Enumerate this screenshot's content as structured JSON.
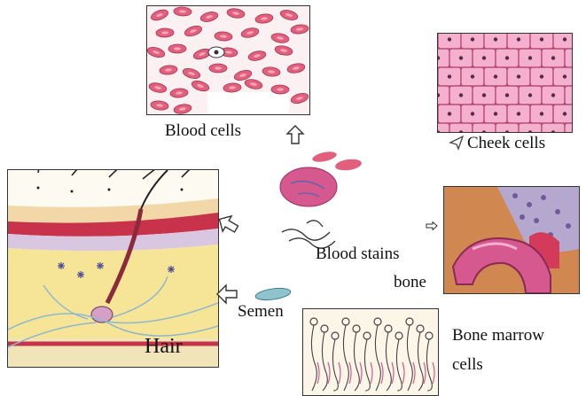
{
  "labels": {
    "blood_cells": "Blood cells",
    "cheek_cells": "Cheek cells",
    "blood_stains_line1": "Blood stains",
    "blood_stains_line2": "bone",
    "semen": "Semen",
    "hair": "Hair",
    "bone_marrow_line1": "Bone marrow",
    "bone_marrow_line2": "cells"
  },
  "colors": {
    "blood_cell": "#e0607e",
    "cheek_cell": "#f4b0cc",
    "cheek_border": "#b2406e",
    "skin_red": "#c8324a",
    "skin_yellow": "#f6e497",
    "bone_pink": "#d5588e",
    "bone_marrow": "#b5a8cf"
  },
  "icons": [
    "outline-arrow-up-icon",
    "outline-arrow-left-icon",
    "outline-arrow-right-icon",
    "pointer-arrow-icon"
  ]
}
